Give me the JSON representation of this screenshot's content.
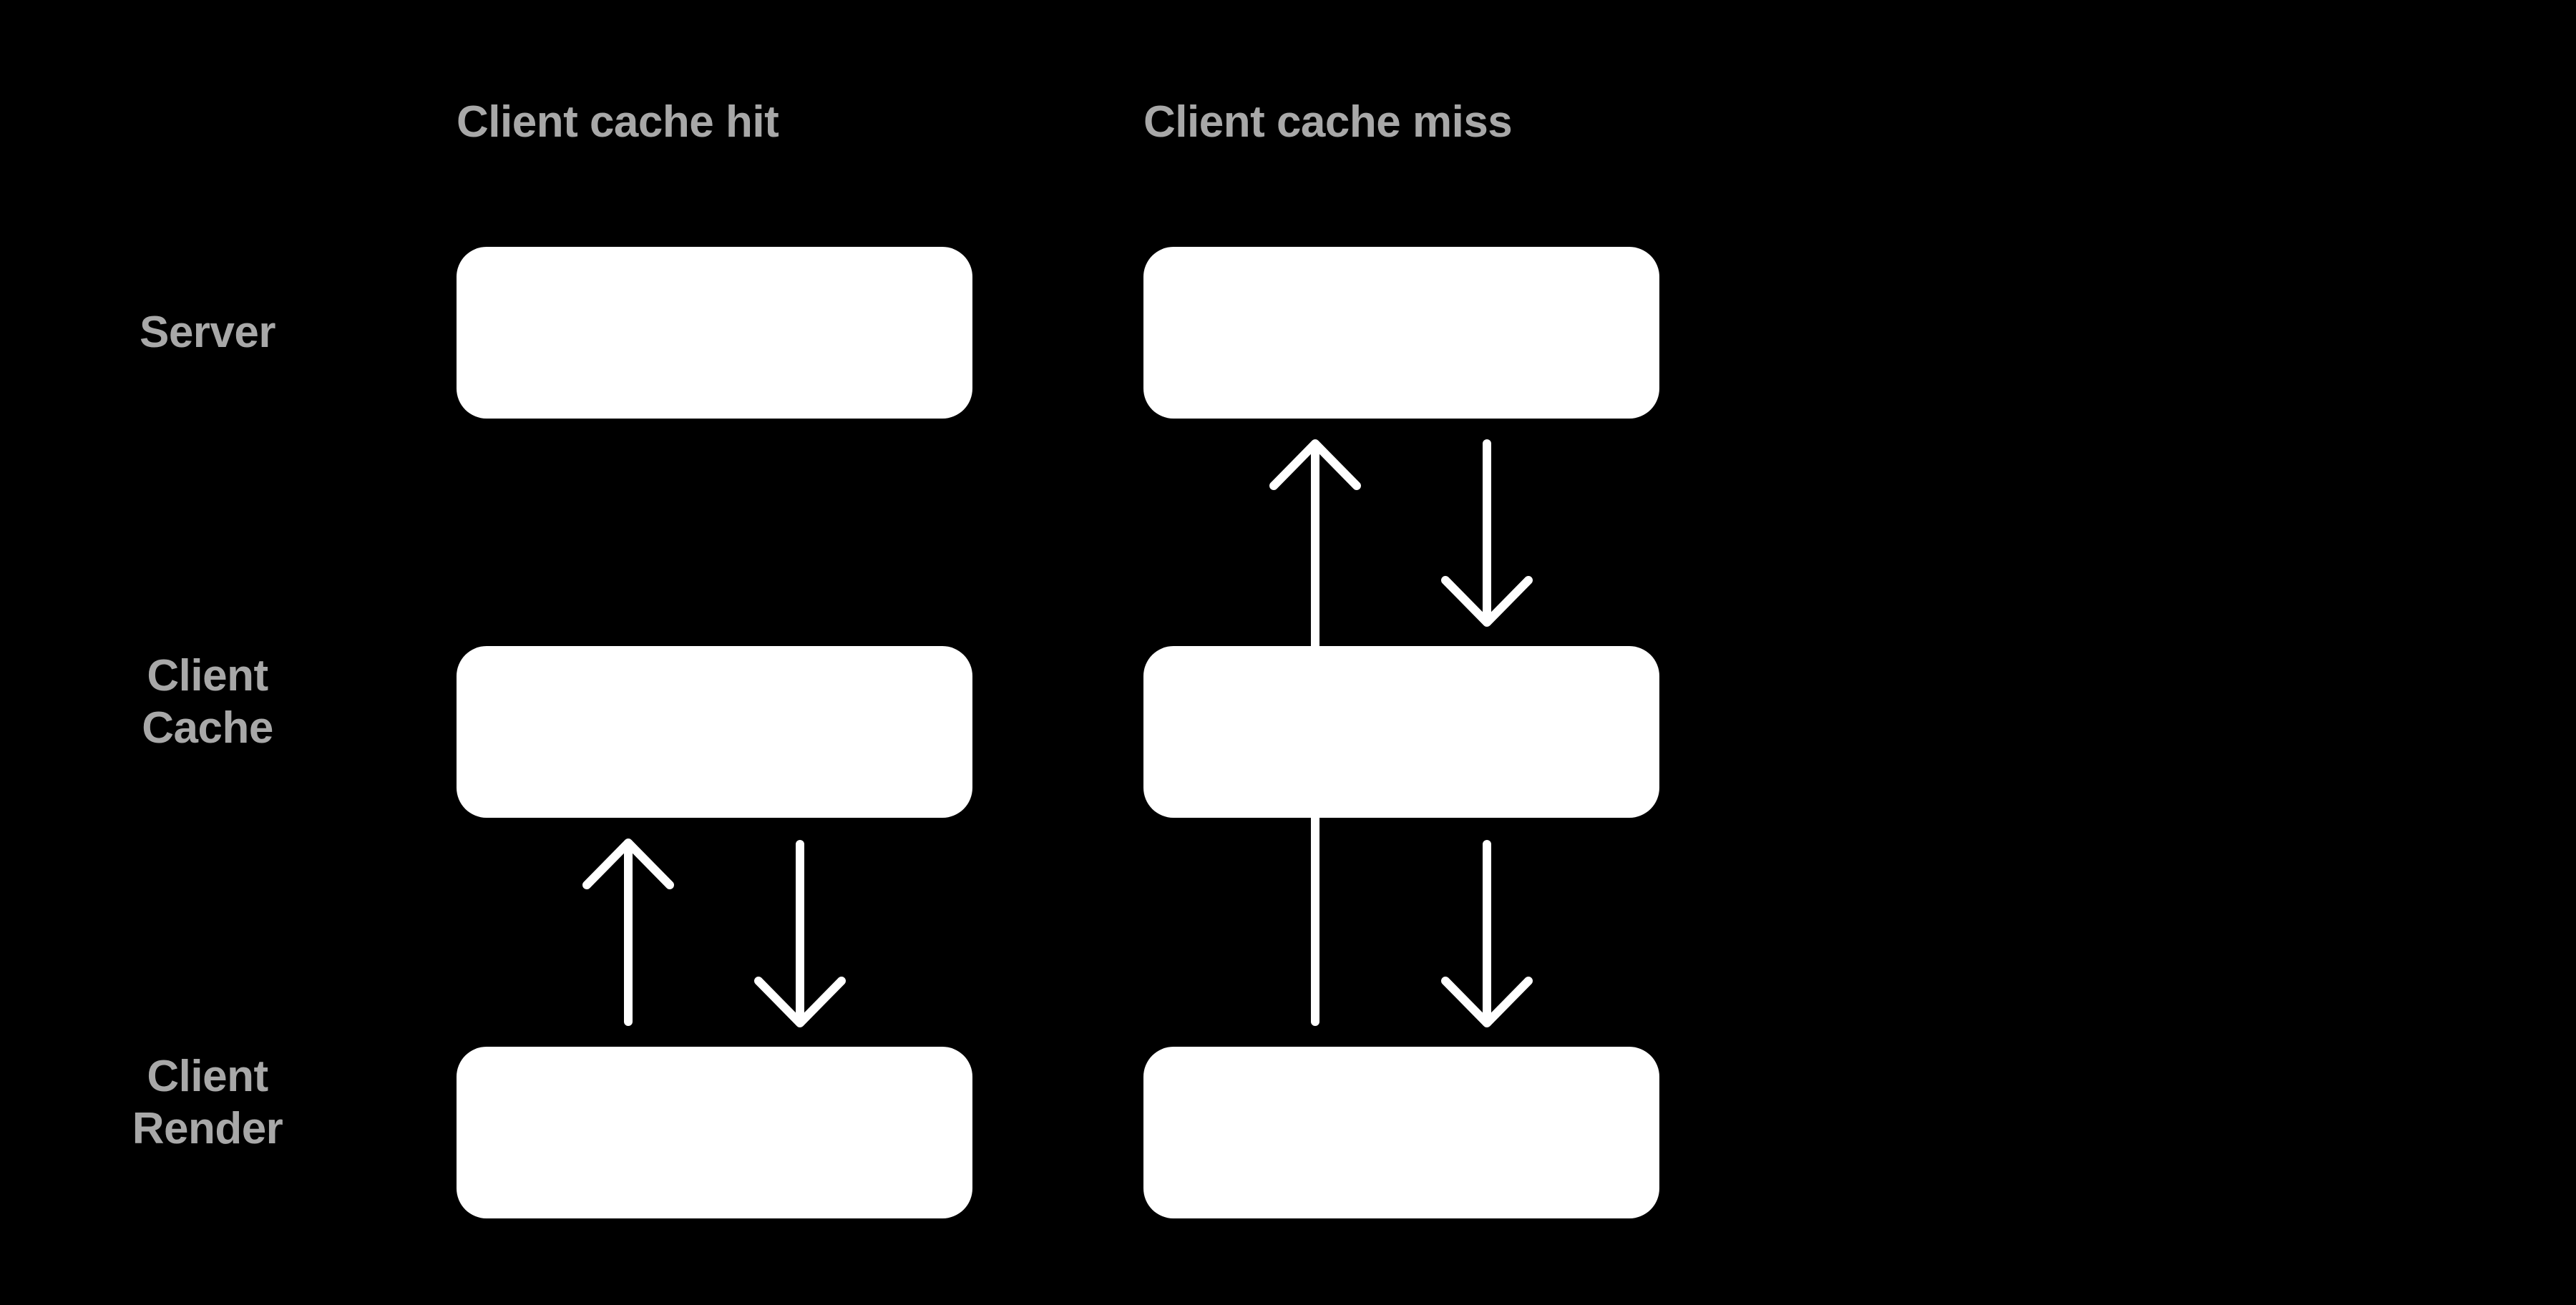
{
  "background_color": "#000000",
  "node_color": "#ffffff",
  "label_color": "#a8a8a8",
  "arrow_color": "#ffffff",
  "diagram": {
    "type": "flow-diagram",
    "title": "",
    "columns": [
      {
        "id": "hit",
        "header": "Client cache hit"
      },
      {
        "id": "miss",
        "header": "Client cache miss"
      }
    ],
    "rows": [
      {
        "id": "server",
        "label_line1": "Server",
        "label_line2": ""
      },
      {
        "id": "client-cache",
        "label_line1": "Client",
        "label_line2": "Cache"
      },
      {
        "id": "client-render",
        "label_line1": "Client",
        "label_line2": "Render"
      }
    ],
    "nodes": [
      {
        "column": "hit",
        "row": "server",
        "text": ""
      },
      {
        "column": "hit",
        "row": "client-cache",
        "text": ""
      },
      {
        "column": "hit",
        "row": "client-render",
        "text": ""
      },
      {
        "column": "miss",
        "row": "server",
        "text": ""
      },
      {
        "column": "miss",
        "row": "client-cache",
        "text": ""
      },
      {
        "column": "miss",
        "row": "client-render",
        "text": ""
      }
    ],
    "arrows": [
      {
        "column": "hit",
        "from": "client-render",
        "to": "client-cache",
        "direction": "up",
        "icon": "arrow-up-icon"
      },
      {
        "column": "hit",
        "from": "client-cache",
        "to": "client-render",
        "direction": "down",
        "icon": "arrow-down-icon"
      },
      {
        "column": "miss",
        "from": "client-render",
        "to": "server",
        "direction": "up",
        "icon": "arrow-up-icon"
      },
      {
        "column": "miss",
        "from": "server",
        "to": "client-cache",
        "direction": "down",
        "icon": "arrow-down-icon"
      },
      {
        "column": "miss",
        "from": "client-cache",
        "to": "client-render",
        "direction": "down",
        "icon": "arrow-down-icon"
      }
    ]
  }
}
